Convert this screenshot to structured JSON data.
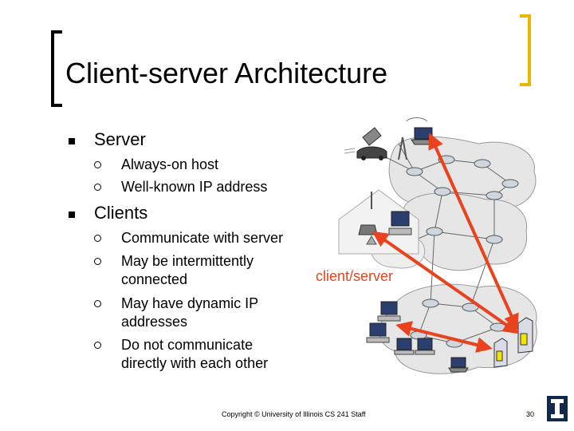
{
  "slide": {
    "title": "Client-server Architecture",
    "bullets": [
      {
        "label": "Server",
        "sub": [
          "Always-on host",
          "Well-known IP address"
        ]
      },
      {
        "label": "Clients",
        "sub": [
          "Communicate with server",
          "May be intermittently connected",
          "May have dynamic IP addresses",
          "Do not communicate directly with each other"
        ]
      }
    ],
    "diagram_label": "client/server",
    "footer": "Copyright © University of Illinois CS 241 Staff",
    "page_number": "30"
  },
  "colors": {
    "accent": "#e8b800",
    "arrow": "#e8431e",
    "label": "#e8431e",
    "logo": "#13294b"
  }
}
